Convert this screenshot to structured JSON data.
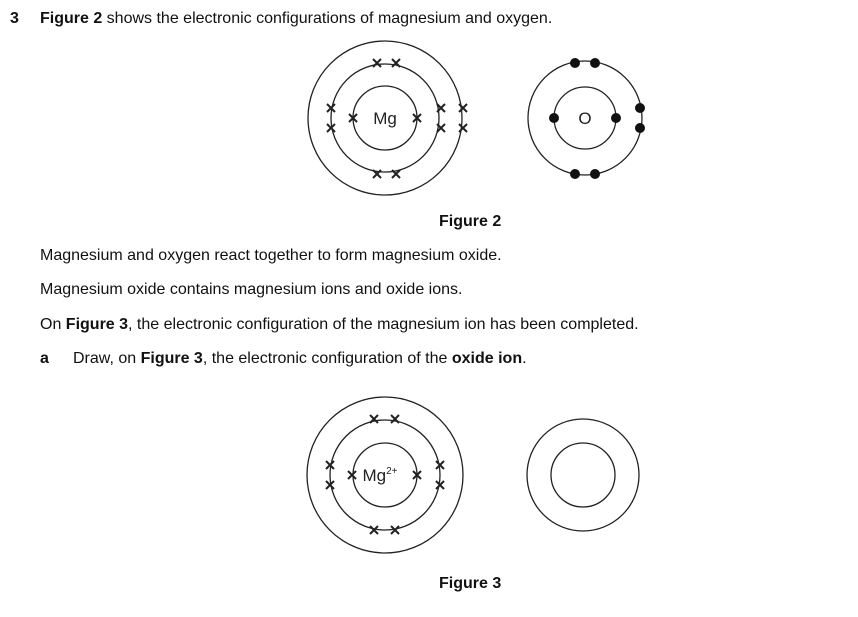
{
  "question": {
    "number": "3",
    "intro_bold": "Figure 2",
    "intro_rest": " shows the electronic configurations of magnesium and oxygen.",
    "figure2_caption": "Figure 2",
    "line1": "Magnesium and oxygen react together to form magnesium oxide.",
    "line2": "Magnesium oxide contains magnesium ions and oxide ions.",
    "line3_pre": "On ",
    "line3_bold": "Figure 3",
    "line3_post": ", the electronic configuration of the magnesium ion has been completed.",
    "part_a": {
      "label": "a",
      "pre": "Draw, on ",
      "bold1": "Figure 3",
      "mid": ", the electronic configuration of the ",
      "bold2": "oxide ion",
      "post": "."
    },
    "figure3_caption": "Figure 3"
  },
  "figure2": {
    "mg_symbol": "Mg",
    "o_symbol": "O"
  },
  "figure3": {
    "mg_ion_symbol": "Mg",
    "mg_ion_charge": "2+"
  }
}
